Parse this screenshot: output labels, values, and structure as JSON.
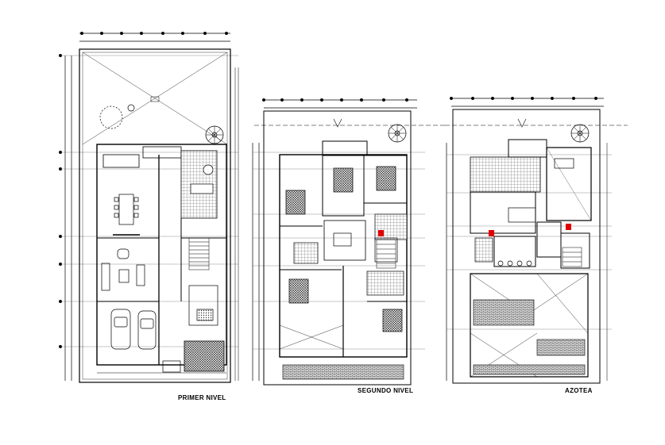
{
  "titles": {
    "first_floor": "PRIMER NIVEL",
    "second_floor": "SEGUNDO NIVEL",
    "roof": "AZOTEA"
  },
  "colors": {
    "line": "#000000",
    "hatch": "#333333",
    "red_marker": "#e00000"
  }
}
